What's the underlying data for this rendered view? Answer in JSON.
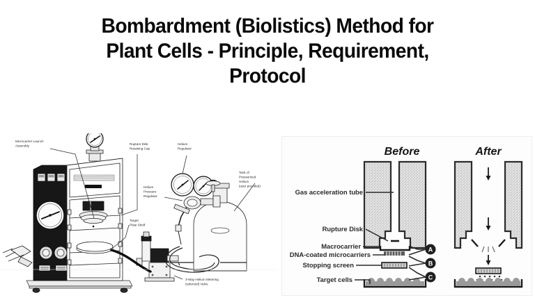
{
  "page": {
    "background_color": "#ffffff",
    "title_color": "#0a0a0a"
  },
  "title": {
    "full": "Bombardment (Biolistics) Method for Plant Cells - Principle, Requirement, Protocol",
    "lines": [
      "Bombardment (Biolistics) Method for",
      "Plant Cells - Principle, Requirement,",
      "Protocol"
    ]
  },
  "left_figure": {
    "name": "biolistic-particle-delivery-system-apparatus",
    "labels": [
      {
        "id": "microcarrier-launch-assembly",
        "lines": [
          "Microcarrier Launch",
          "Assembly"
        ]
      },
      {
        "id": "rupture-disk-retaining-cap",
        "lines": [
          "Rupture Disk",
          "Retaining Cap"
        ]
      },
      {
        "id": "helium-regulator",
        "lines": [
          "Helium",
          "Regulator"
        ]
      },
      {
        "id": "helium-pressure-regulator",
        "lines": [
          "Helium",
          "Pressure",
          "Regulator"
        ]
      },
      {
        "id": "tank-of-pressurized-helium",
        "lines": [
          "Tank of",
          "Pressurized",
          "Helium",
          "(user provided)"
        ]
      },
      {
        "id": "target-plate-shelf",
        "lines": [
          "Target",
          "Plate Shelf"
        ]
      },
      {
        "id": "three-way-helium-metering-valve",
        "lines": [
          "3-Way Helium Metering",
          "(solenoid) Valve"
        ]
      }
    ]
  },
  "right_figure": {
    "name": "before-after-bombardment-schematic",
    "headings": {
      "before": "Before",
      "after": "After"
    },
    "labels": [
      {
        "id": "gas-acceleration-tube",
        "text": "Gas acceleration tube"
      },
      {
        "id": "rupture-disk",
        "text": "Rupture Disk"
      },
      {
        "id": "macrocarrier",
        "text": "Macrocarrier"
      },
      {
        "id": "dna-coated-microcarriers",
        "text": "DNA-coated microcarriers"
      },
      {
        "id": "stopping-screen",
        "text": "Stopping screen"
      },
      {
        "id": "target-cells",
        "text": "Target cells"
      }
    ],
    "markers": [
      "A",
      "B",
      "C"
    ]
  }
}
